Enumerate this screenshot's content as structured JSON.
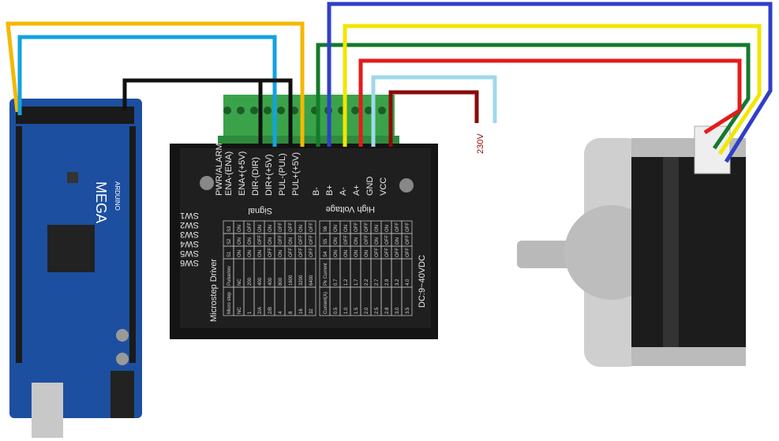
{
  "arduino": {
    "brand": "MEGA",
    "model": "ARDUINO",
    "board_color": "#1d4fa0"
  },
  "driver": {
    "title": "Microstep Driver",
    "voltage": "DC:9~40VDC",
    "pwr_alarm": "PWR/ALARM",
    "signal_group": "Signal",
    "high_voltage_group": "High Voltage",
    "terminals": [
      "ENA-(ENA)",
      "ENA+(+5V)",
      "DIR-(DIR)",
      "DIR+(+5V)",
      "PUL-(PUL)",
      "PUL+(+5V)",
      "B-",
      "B+",
      "A-",
      "A+",
      "GND",
      "VCC"
    ],
    "switches": [
      "SW1",
      "SW2",
      "SW3",
      "SW4",
      "SW5",
      "SW6"
    ],
    "table_step": {
      "headers": [
        "Micro step",
        "Pulse/rev",
        "S1",
        "S2",
        "S3"
      ],
      "rows": [
        [
          "NC",
          "NC",
          "ON",
          "ON",
          "ON"
        ],
        [
          "1",
          "200",
          "ON",
          "ON",
          "OFF"
        ],
        [
          "2/A",
          "400",
          "ON",
          "OFF",
          "ON"
        ],
        [
          "2/B",
          "400",
          "OFF",
          "ON",
          "ON"
        ],
        [
          "4",
          "800",
          "ON",
          "OFF",
          "OFF"
        ],
        [
          "8",
          "1600",
          "OFF",
          "ON",
          "OFF"
        ],
        [
          "16",
          "3200",
          "OFF",
          "OFF",
          "ON"
        ],
        [
          "32",
          "6400",
          "OFF",
          "OFF",
          "OFF"
        ]
      ]
    },
    "table_current": {
      "headers": [
        "Current(A)",
        "Pk Current",
        "S4",
        "S5",
        "S6"
      ],
      "rows": [
        [
          "0.5",
          "0.7",
          "ON",
          "ON",
          "ON"
        ],
        [
          "1.0",
          "1.2",
          "ON",
          "OFF",
          "ON"
        ],
        [
          "1.5",
          "1.7",
          "ON",
          "ON",
          "OFF"
        ],
        [
          "2.0",
          "2.2",
          "ON",
          "OFF",
          "OFF"
        ],
        [
          "2.5",
          "2.7",
          "OFF",
          "ON",
          "ON"
        ],
        [
          "2.8",
          "2.9",
          "OFF",
          "OFF",
          "ON"
        ],
        [
          "3.0",
          "3.2",
          "OFF",
          "ON",
          "OFF"
        ],
        [
          "3.5",
          "4.0",
          "OFF",
          "OFF",
          "OFF"
        ]
      ]
    }
  },
  "supply_label": "230V",
  "wire_colors": {
    "orange": "#f5b800",
    "light_blue": "#12a3e0",
    "black": "#111111",
    "green": "#137a2a",
    "blue": "#2f3fc8",
    "yellow": "#f2e600",
    "red": "#e51b1b",
    "pale_blue": "#9ed8ea",
    "dark_red": "#8b0a0a"
  }
}
